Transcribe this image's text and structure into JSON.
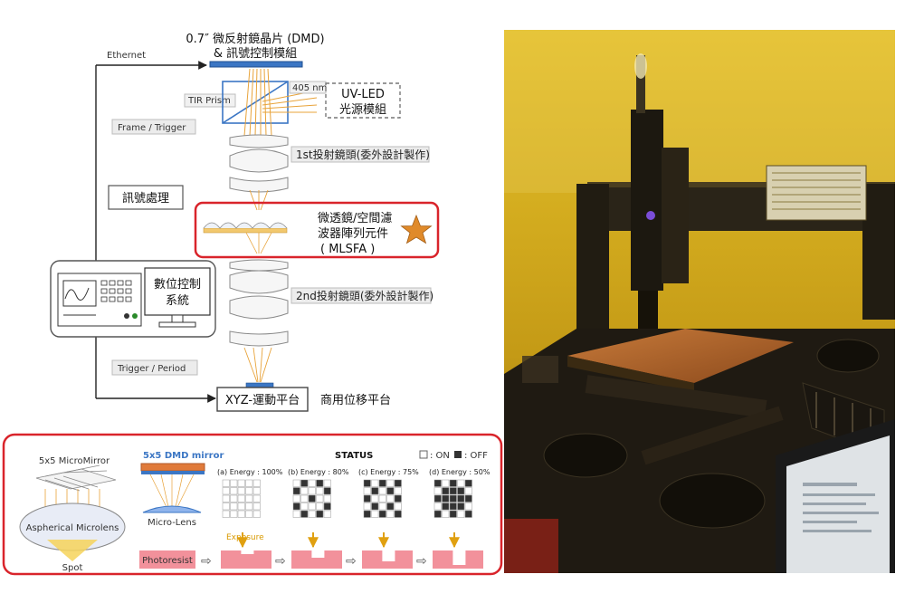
{
  "optics": {
    "dmd_title_line1": "0.7″ 微反射鏡晶片 (DMD)",
    "dmd_title_line2": "& 訊號控制模組",
    "ethernet": "Ethernet",
    "tir_prism": "TIR Prism",
    "wavelength": "405 nm",
    "uv_led_line1": "UV-LED",
    "uv_led_line2": "光源模組",
    "frame_trigger": "Frame / Trigger",
    "lens1": "1st投射鏡頭(委外設計製作)",
    "signal_processing": "訊號處理",
    "mlsfa_line1": "微透鏡/空間濾",
    "mlsfa_line2": "波器陣列元件",
    "mlsfa_line3": "( MLSFA )",
    "digital_control_line1": "數位控制",
    "digital_control_line2": "系統",
    "lens2": "2nd投射鏡頭(委外設計製作)",
    "trigger_period": "Trigger / Period",
    "xyz_stage": "XYZ-運動平台",
    "commercial_stage": "商用位移平台"
  },
  "inset": {
    "micromirror": "5x5 MicroMirror",
    "aspherical": "Aspherical Microlens",
    "spot": "Spot",
    "dmd_mirror": "5x5 DMD mirror",
    "micro_lens": "Micro-Lens",
    "exposure": "Exposure",
    "photoresist": "Photoresist",
    "status": "STATUS",
    "on": ": ON",
    "off": ": OFF",
    "energy": [
      {
        "label": "(a) Energy : 100%",
        "pattern": [
          0,
          0,
          0,
          0,
          0,
          0,
          0,
          0,
          0,
          0,
          0,
          0,
          0,
          0,
          0,
          0,
          0,
          0,
          0,
          0,
          0,
          0,
          0,
          0,
          0
        ]
      },
      {
        "label": "(b) Energy : 80%",
        "pattern": [
          0,
          1,
          0,
          1,
          0,
          1,
          0,
          0,
          0,
          1,
          0,
          0,
          1,
          0,
          0,
          1,
          0,
          0,
          0,
          1,
          0,
          1,
          0,
          1,
          0
        ]
      },
      {
        "label": "(c) Energy : 75%",
        "pattern": [
          1,
          0,
          1,
          0,
          1,
          0,
          1,
          0,
          1,
          0,
          1,
          0,
          0,
          0,
          1,
          0,
          1,
          0,
          1,
          0,
          1,
          0,
          1,
          0,
          1
        ]
      },
      {
        "label": "(d) Energy : 50%",
        "pattern": [
          1,
          0,
          1,
          0,
          1,
          0,
          1,
          1,
          1,
          0,
          1,
          1,
          1,
          1,
          1,
          0,
          1,
          1,
          1,
          0,
          1,
          0,
          1,
          0,
          1
        ]
      }
    ]
  },
  "colors": {
    "accent_red": "#d9242b",
    "beam": "#e8a33a",
    "photoresist": "#f2919b",
    "star": "#e08a2a",
    "blue": "#3b76c4",
    "photo_bg": "#c8a018"
  }
}
